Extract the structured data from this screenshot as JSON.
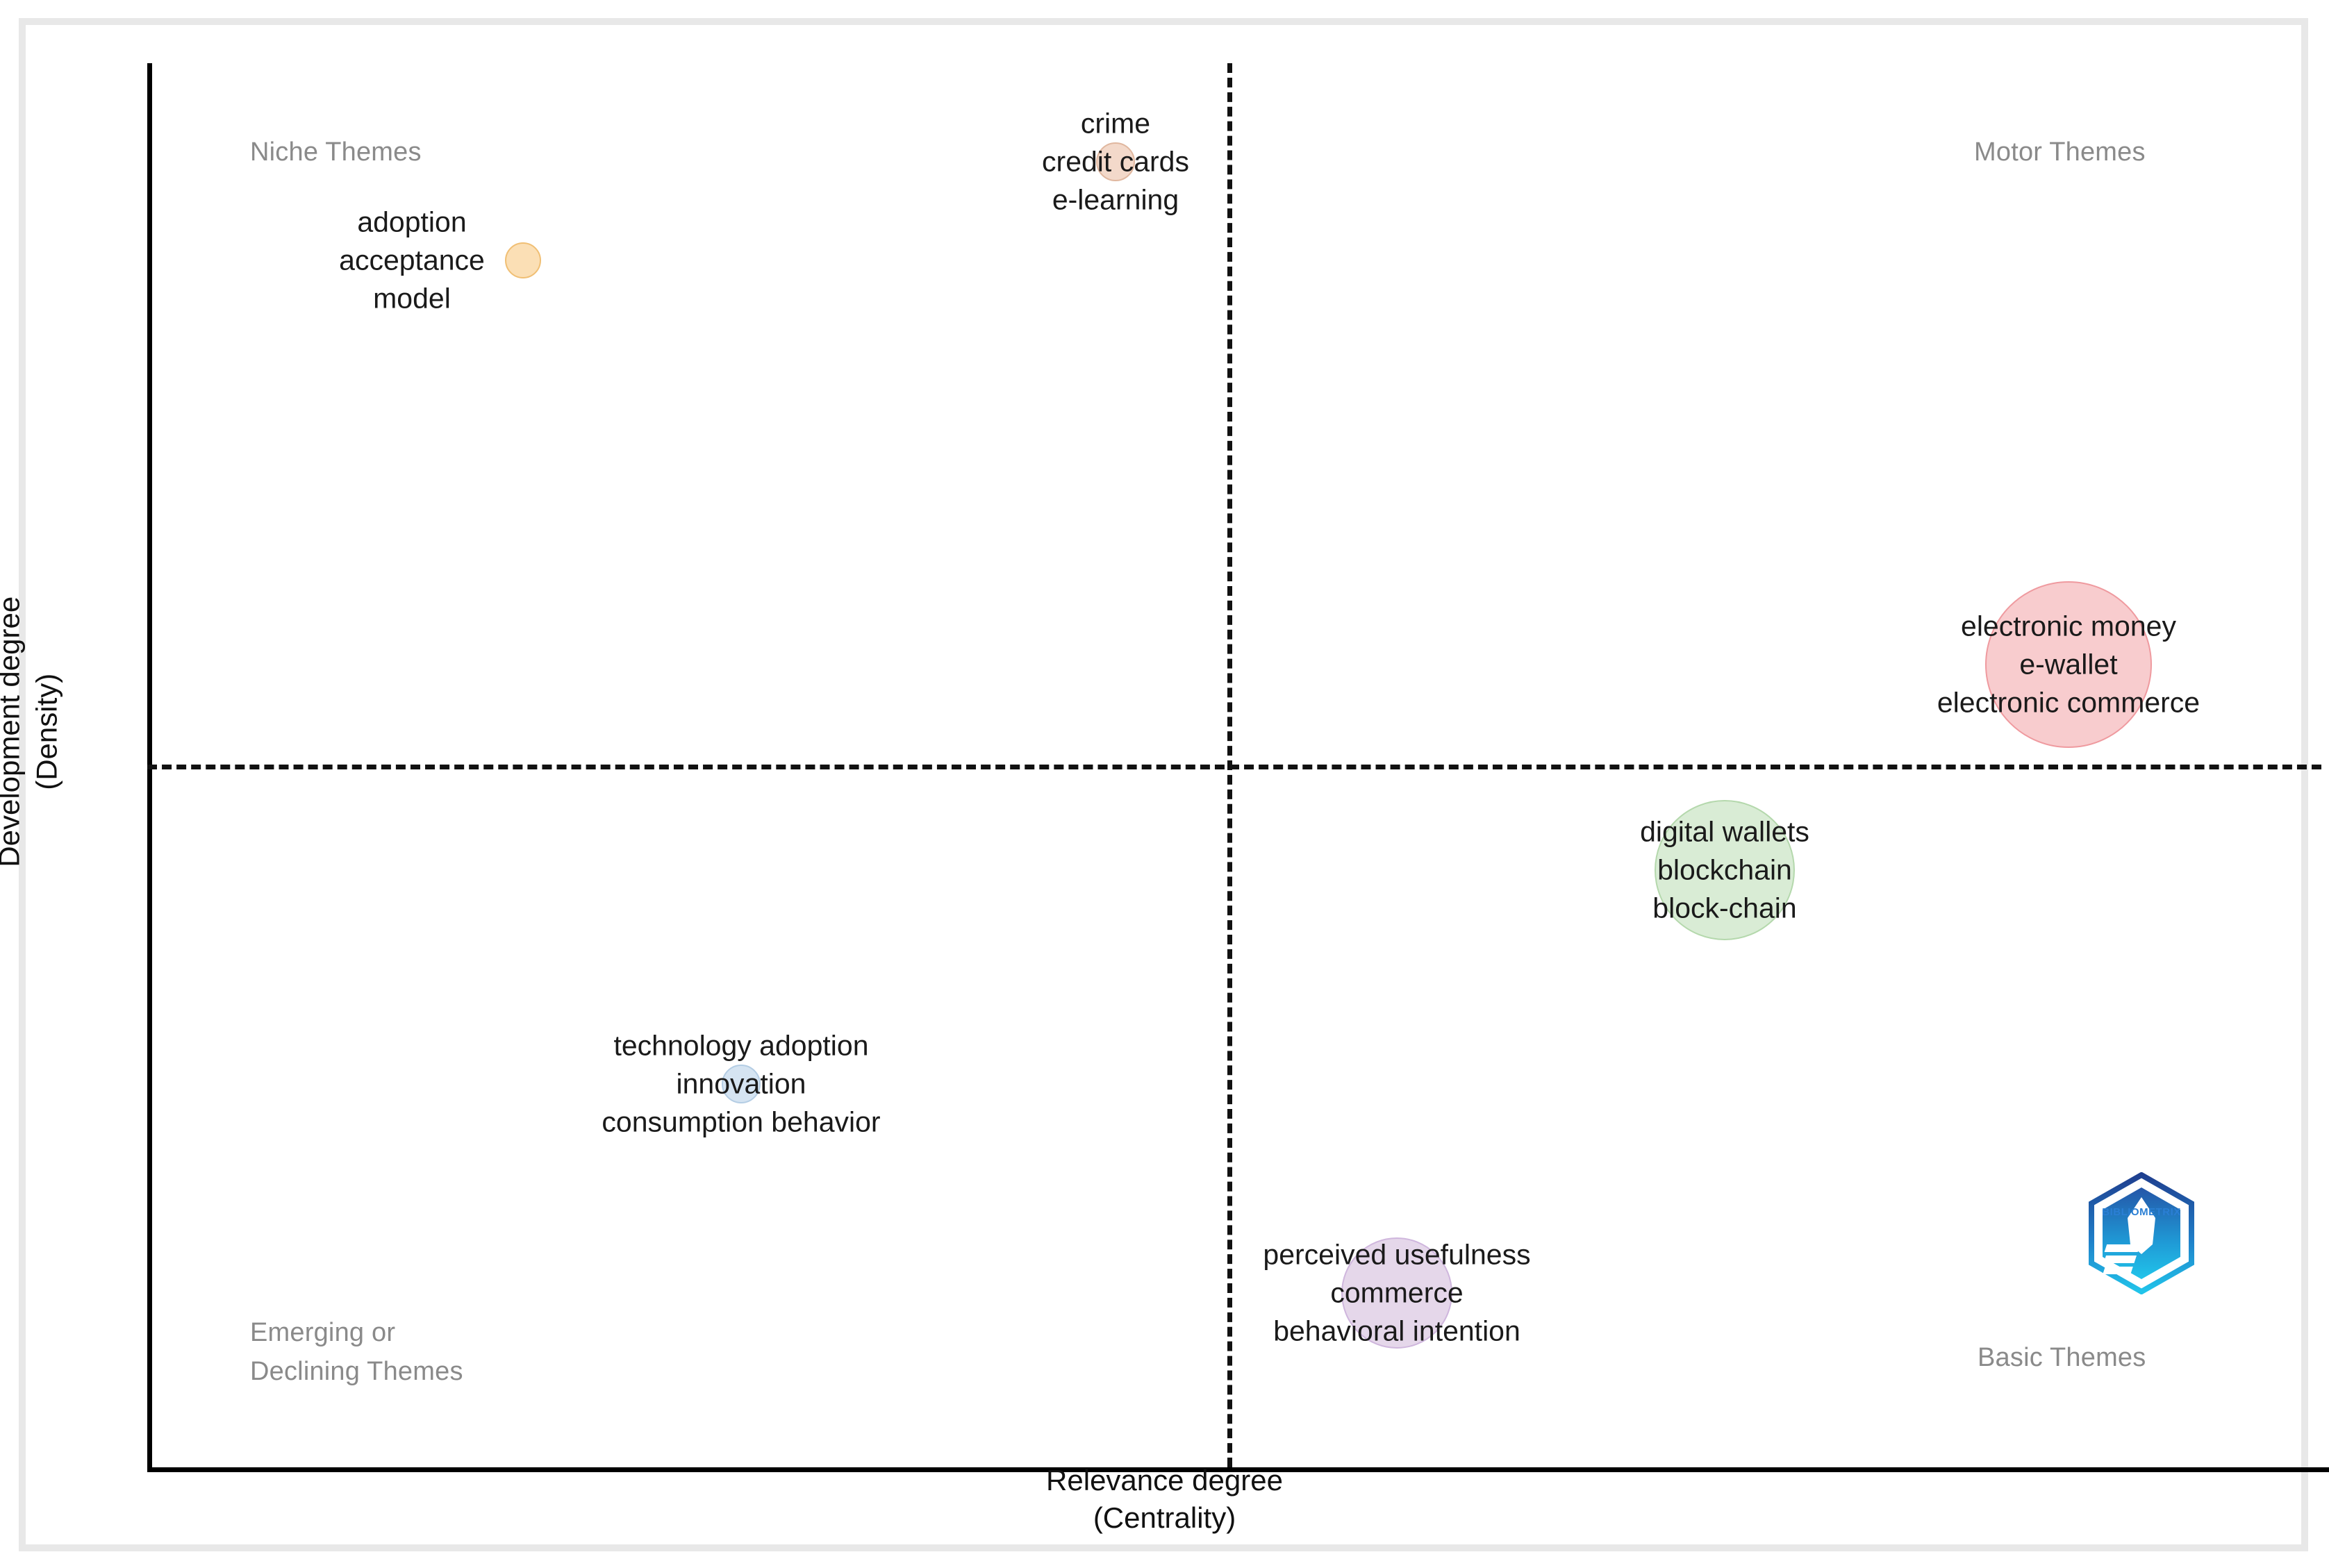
{
  "figure": {
    "type": "thematic-map",
    "axis_titles": {
      "x": "Relevance degree\n(Centrality)",
      "y": "Development degree\n(Density)"
    },
    "quadrant_labels": {
      "top_left": "Niche Themes",
      "top_right": "Motor Themes",
      "bottom_left": "Emerging or\nDeclining Themes",
      "bottom_right": "Basic Themes"
    },
    "watermark": {
      "name": "bibliometrix-logo",
      "text": "BIBLIOMETRIX"
    }
  },
  "chart_data": {
    "type": "scatter",
    "title": "",
    "xlabel": "Relevance degree (Centrality)",
    "ylabel": "Development degree (Density)",
    "xlim": [
      0,
      1
    ],
    "ylim": [
      0,
      1
    ],
    "grid": false,
    "legend": "none",
    "quadrant_split": {
      "x": 0.494,
      "y": 0.5
    },
    "quadrants": [
      {
        "position": "top-left",
        "label": "Niche Themes"
      },
      {
        "position": "top-right",
        "label": "Motor Themes"
      },
      {
        "position": "bottom-left",
        "label": "Emerging or Declining Themes"
      },
      {
        "position": "bottom-right",
        "label": "Basic Themes"
      }
    ],
    "points": [
      {
        "id": "crime-cluster",
        "labels": [
          "crime",
          "credit cards",
          "e-learning"
        ],
        "x": 0.443,
        "y": 0.93,
        "radius_px": 26,
        "color": "#f3d9ca",
        "stroke": "#e0b79f",
        "quadrant": "Niche Themes"
      },
      {
        "id": "adoption-cluster",
        "labels": [
          "adoption",
          "acceptance",
          "model"
        ],
        "x": 0.172,
        "y": 0.86,
        "radius_px": 24,
        "color": "#fbdfb5",
        "stroke": "#f0bf74",
        "quadrant": "Niche Themes"
      },
      {
        "id": "electronic-money-cluster",
        "labels": [
          "electronic money",
          "e-wallet",
          "electronic commerce"
        ],
        "x": 0.879,
        "y": 0.573,
        "radius_px": 118,
        "color": "#f8ccce",
        "stroke": "#ef9a9f",
        "quadrant": "Motor Themes"
      },
      {
        "id": "blockchain-cluster",
        "labels": [
          "digital wallets",
          "blockchain",
          "block-chain"
        ],
        "x": 0.722,
        "y": 0.427,
        "radius_px": 99,
        "color": "#d9ecd5",
        "stroke": "#b4d8ac",
        "quadrant": "Basic Themes"
      },
      {
        "id": "innovation-cluster",
        "labels": [
          "technology adoption",
          "innovation",
          "consumption behavior"
        ],
        "x": 0.272,
        "y": 0.276,
        "radius_px": 26,
        "color": "#d5e4f2",
        "stroke": "#b4cde4",
        "quadrant": "Emerging or Declining Themes"
      },
      {
        "id": "commerce-cluster",
        "labels": [
          "perceived usefulness",
          "commerce",
          "behavioral intention"
        ],
        "x": 0.572,
        "y": 0.127,
        "radius_px": 78,
        "color": "#e5d7ea",
        "stroke": "#cfb6dd",
        "quadrant": "Basic Themes"
      }
    ]
  },
  "clusters": {
    "crime": {
      "l1": "crime",
      "l2": "credit cards",
      "l3": "e-learning"
    },
    "adoption": {
      "l1": "adoption",
      "l2": "acceptance",
      "l3": "model"
    },
    "emoney": {
      "l1": "electronic money",
      "l2": "e-wallet",
      "l3": "electronic commerce"
    },
    "blockchain": {
      "l1": "digital wallets",
      "l2": "blockchain",
      "l3": "block-chain"
    },
    "innovation": {
      "l1": "technology adoption",
      "l2": "innovation",
      "l3": "consumption behavior"
    },
    "commerce": {
      "l1": "perceived usefulness",
      "l2": "commerce",
      "l3": "behavioral intention"
    }
  },
  "colors": {
    "axis": "#000000",
    "dash": "#111111",
    "quad_label": "#8a8a8a",
    "cluster_label": "#1a1a1a",
    "frame": "#e8e8e8",
    "logo_dark_blue": "#1f3f8f",
    "logo_mid_blue": "#1f7ec8",
    "logo_cyan": "#21b5e4"
  }
}
